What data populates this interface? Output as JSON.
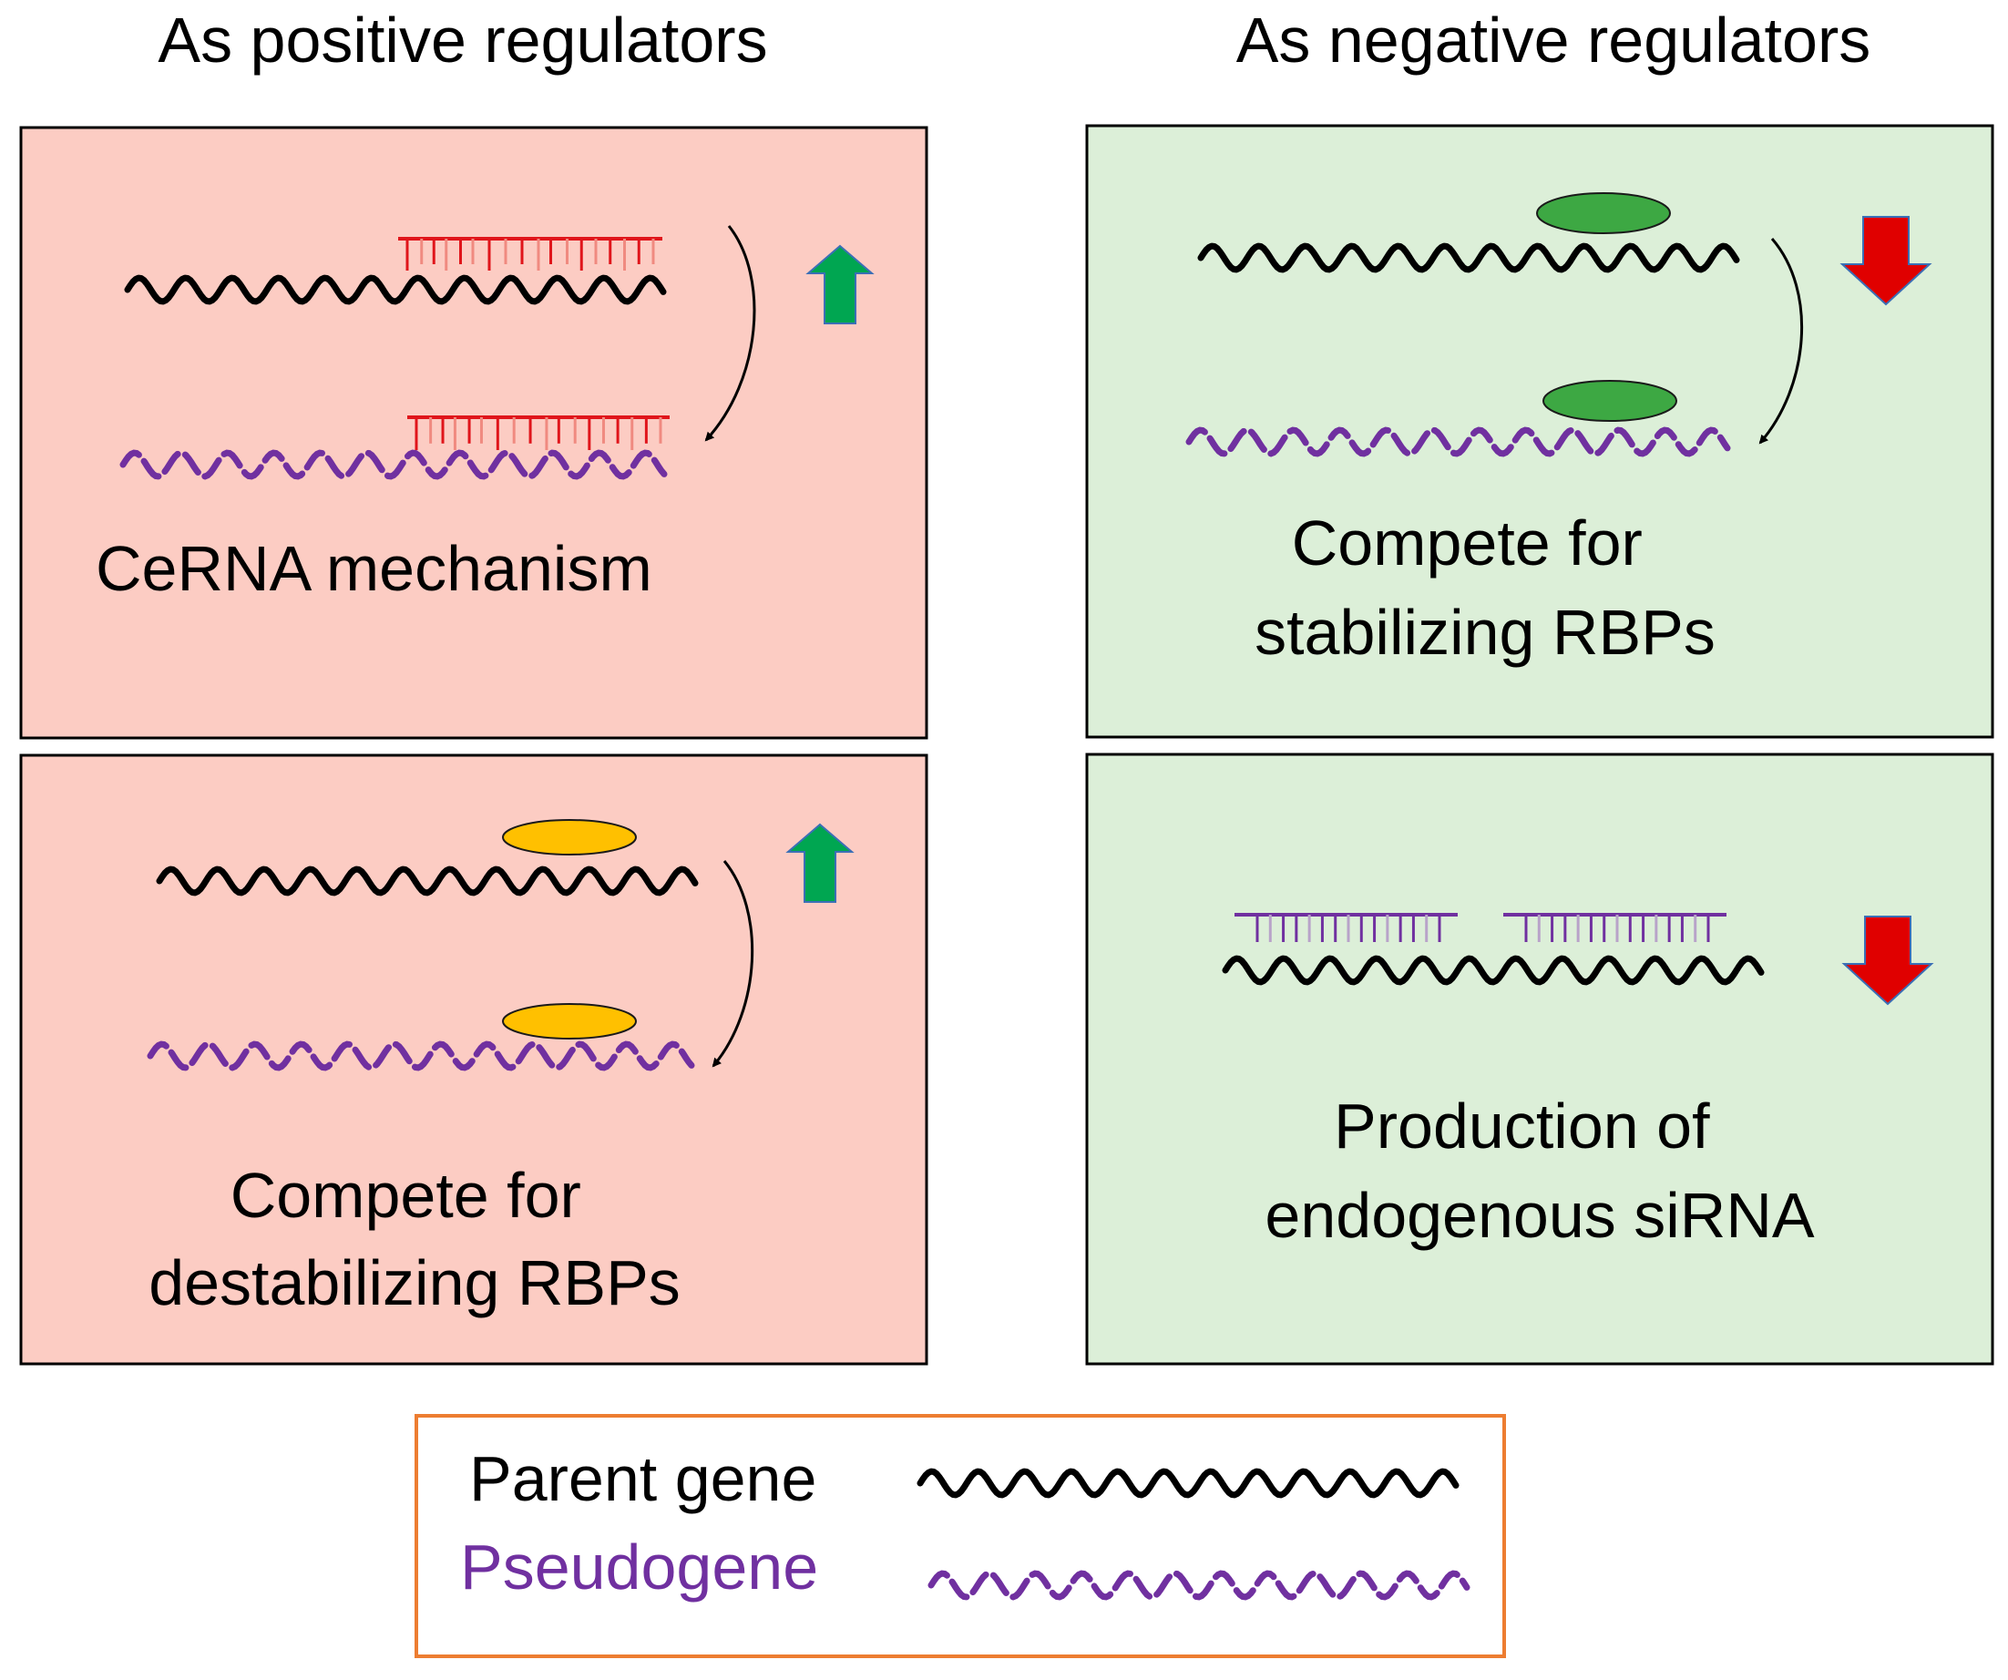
{
  "headings": {
    "positive": "As positive regulators",
    "negative": "As negative regulators"
  },
  "panels": {
    "cerna": {
      "caption": [
        "CeRNA mechanism"
      ],
      "effect": "up"
    },
    "destabilizing": {
      "caption": [
        "Compete for",
        "destabilizing RBPs"
      ],
      "effect": "up"
    },
    "stabilizing": {
      "caption": [
        "Compete for",
        "stabilizing RBPs"
      ],
      "effect": "down"
    },
    "sirna": {
      "caption": [
        "Production of",
        "endogenous siRNA"
      ],
      "effect": "down"
    }
  },
  "legend": {
    "parent_gene": "Parent gene",
    "pseudogene": "Pseudogene"
  },
  "colors": {
    "positive_panel_fill": "#fcccc3",
    "negative_panel_fill": "#dcefd8",
    "parent_gene": "#000000",
    "pseudogene": "#7030a0",
    "mirna": "#e0151b",
    "destabilizing_rbp": "#ffc000",
    "stabilizing_rbp": "#3da843",
    "sirna": "#7030a0",
    "up_arrow": "#00a651",
    "down_arrow": "#e00000",
    "legend_border": "#ed7d31"
  },
  "icons": {
    "up": "green-up-arrow-icon",
    "down": "red-down-arrow-icon",
    "transfer": "curved-arrow-icon"
  }
}
